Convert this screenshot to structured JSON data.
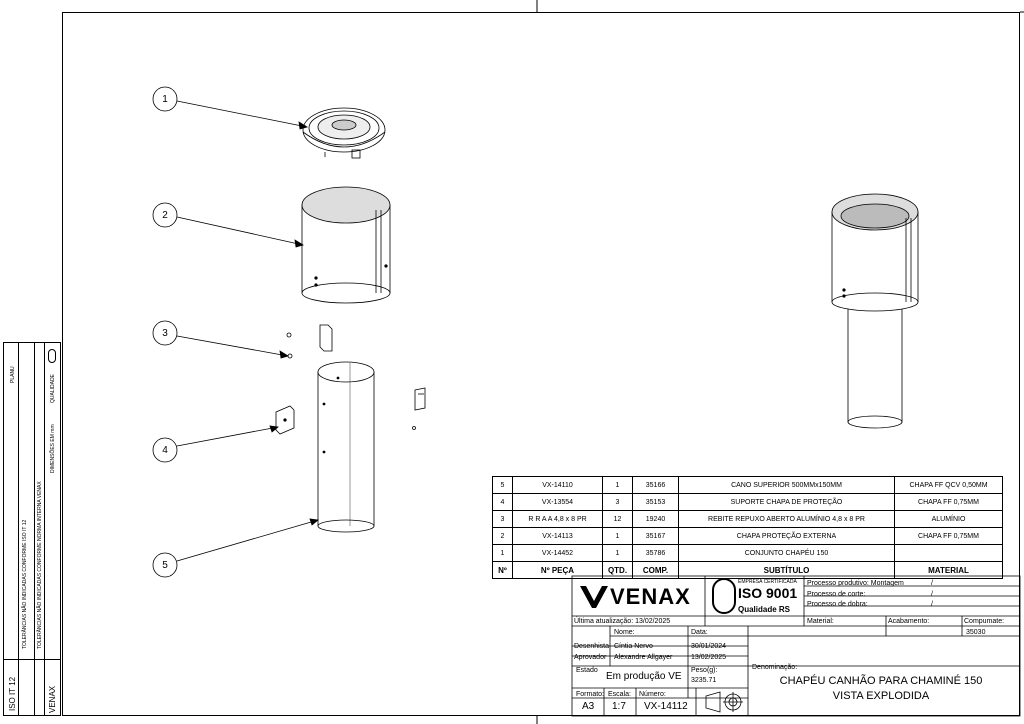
{
  "balloons": [
    "1",
    "2",
    "3",
    "4",
    "5"
  ],
  "bom": {
    "headers": [
      "Nº",
      "Nº PEÇA",
      "QTD.",
      "COMP.",
      "SUBTÍTULO",
      "MATERIAL"
    ],
    "rows": [
      {
        "n": "5",
        "part": "VX-14110",
        "qty": "1",
        "comp": "35166",
        "subtitle": "CANO SUPERIOR 500MMx150MM",
        "material": "CHAPA FF QCV 0,50MM"
      },
      {
        "n": "4",
        "part": "VX-13554",
        "qty": "3",
        "comp": "35153",
        "subtitle": "SUPORTE CHAPA DE PROTEÇÃO",
        "material": "CHAPA FF 0,75MM"
      },
      {
        "n": "3",
        "part": "R R A A 4,8 x 8 PR",
        "qty": "12",
        "comp": "19240",
        "subtitle": "REBITE REPUXO ABERTO ALUMÍNIO 4,8 x 8 PR",
        "material": "ALUMÍNIO"
      },
      {
        "n": "2",
        "part": "VX-14113",
        "qty": "1",
        "comp": "35167",
        "subtitle": "CHAPA PROTEÇÃO EXTERNA",
        "material": "CHAPA FF 0,75MM"
      },
      {
        "n": "1",
        "part": "VX-14452",
        "qty": "1",
        "comp": "35786",
        "subtitle": "CONJUNTO CHAPÉU 150",
        "material": ""
      }
    ]
  },
  "title_block": {
    "brand": "VENAX",
    "cert_top": "EMPRESA CERTIFICADA",
    "iso": "ISO 9001",
    "quality": "Qualidade RS",
    "processo_produtivo": "Processo produtivo: Montagem",
    "processo_corte": "Processo de corte:",
    "processo_dobra": "Processo de dobra:",
    "slash": "/",
    "ultima": "Última atualização: 13/02/2025",
    "material_label": "Material:",
    "acabamento_label": "Acabamento:",
    "compumate_label": "Compumate:",
    "compumate_value": "35030",
    "nome_label": "Nome:",
    "data_label": "Data:",
    "desenhista_label": "Desenhista",
    "desenhista_name": "Cíntia Nervo",
    "desenhista_date": "30/01/2024",
    "aprovador_label": "Aprovador",
    "aprovador_name": "Alexandre Allgayer",
    "aprovador_date": "13/02/2025",
    "estado_label": "Estado",
    "estado_value": "Em produção VE",
    "peso_label": "Peso(g):",
    "peso_value": "3235.71",
    "denominacao_label": "Denominação:",
    "title1": "CHAPÉU CANHÃO PARA CHAMINÉ 150",
    "title2": "VISTA EXPLODIDA",
    "formato_label": "Formato:",
    "formato_value": "A3",
    "escala_label": "Escala:",
    "escala_value": "1:7",
    "numero_label": "Número:",
    "numero_value": "VX-14112"
  },
  "side_block": {
    "iso": "ISO IT 12",
    "venax": "VENAX",
    "tolerancia1": "TOLERÂNCIAS NÃO INDICADAS CONFORME ISO IT 12",
    "tolerancia2": "TOLERÂNCIAS NÃO INDICADAS CONFORME NORMA INTERNA VENAX",
    "dimensoes": "DIMENSÕES EM mm",
    "planu": "PLANU",
    "qualidade": "QUALIDADE"
  }
}
